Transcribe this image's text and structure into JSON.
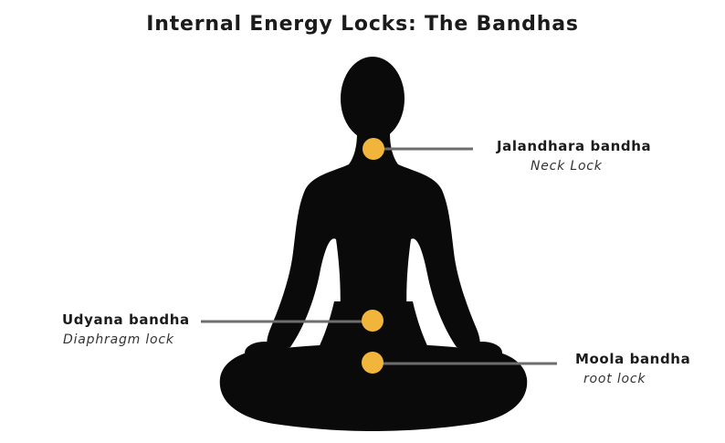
{
  "title": "Internal Energy Locks: The Bandhas",
  "colors": {
    "silhouette": "#0a0a0a",
    "marker": "#f2b53b",
    "connector": "#6d6d6d",
    "text": "#1b1b1b"
  },
  "bandhas": [
    {
      "name": "Jalandhara bandha",
      "description": "Neck Lock"
    },
    {
      "name": "Udyana bandha",
      "description": "Diaphragm lock"
    },
    {
      "name": "Moola bandha",
      "description": "root lock"
    }
  ]
}
